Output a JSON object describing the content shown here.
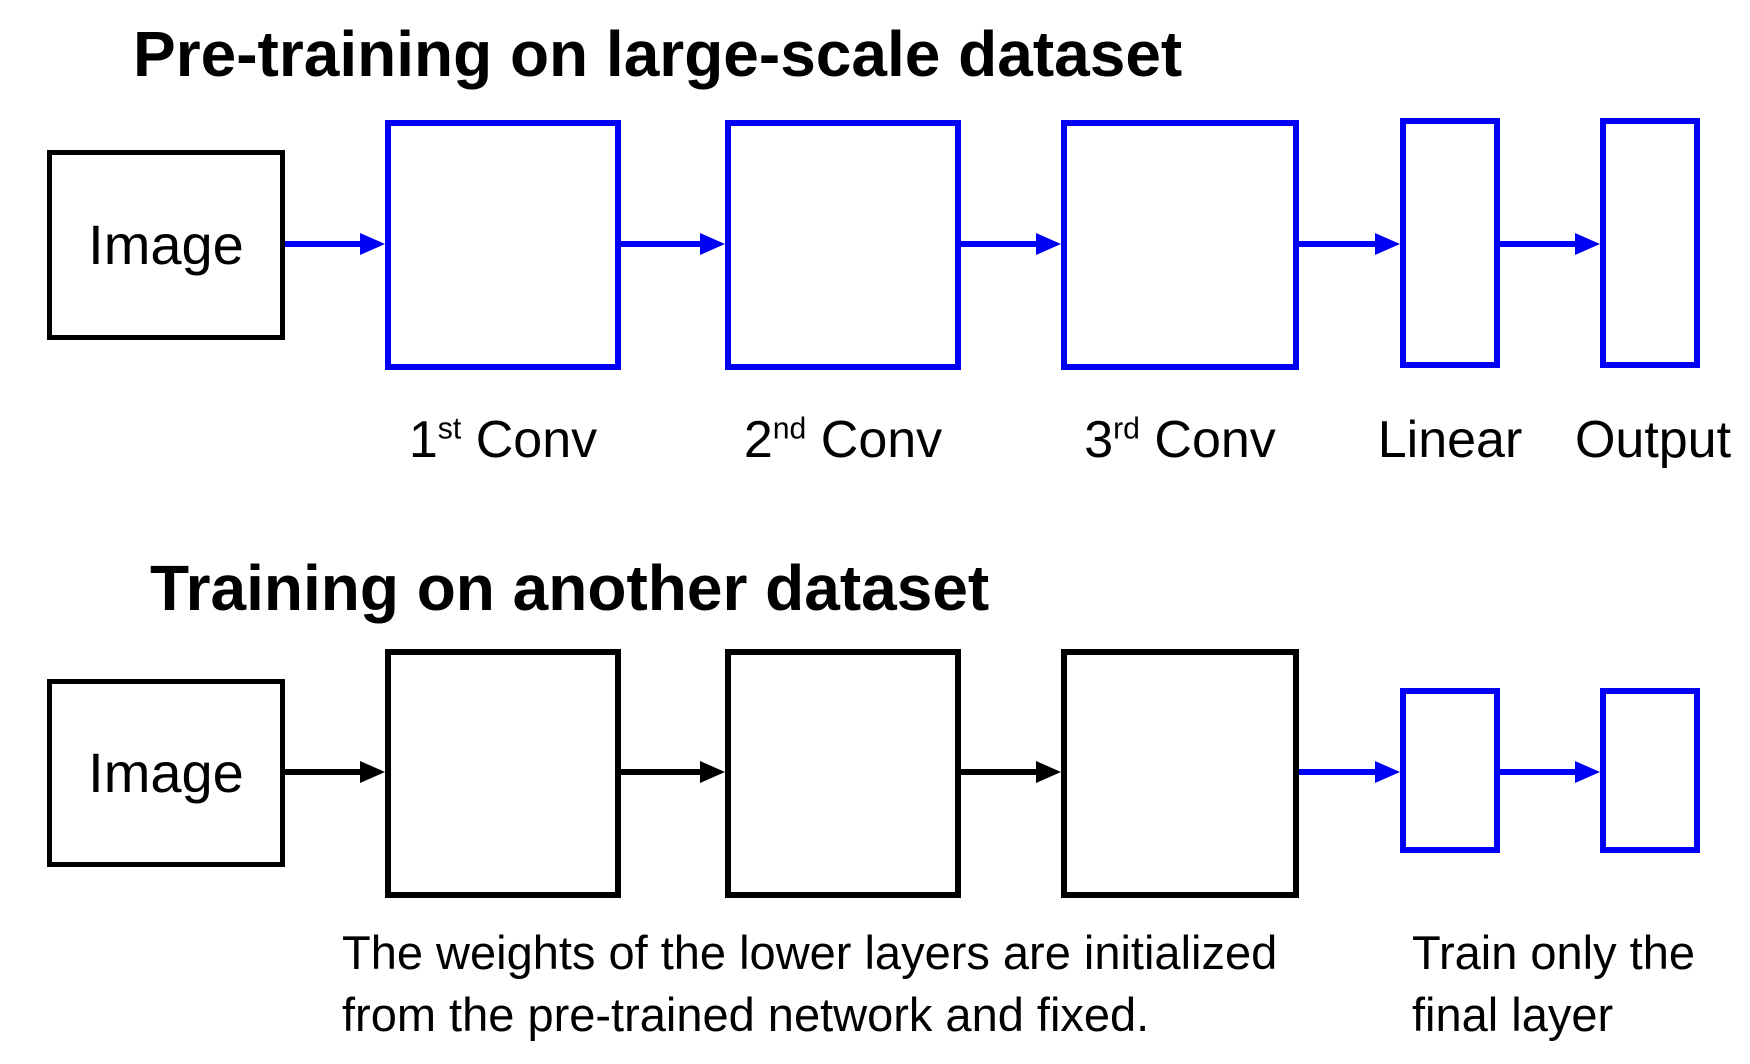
{
  "colors": {
    "accent_blue": "#0000F5",
    "black": "#000000",
    "background": "#FFFFFF"
  },
  "pretraining": {
    "title": "Pre-training on large-scale dataset",
    "image_label": "Image",
    "labels": [
      {
        "base": "1",
        "sup": "st",
        "rest": " Conv"
      },
      {
        "base": "2",
        "sup": "nd",
        "rest": " Conv"
      },
      {
        "base": "3",
        "sup": "rd",
        "rest": " Conv"
      },
      {
        "base": "Linear",
        "sup": "",
        "rest": ""
      },
      {
        "base": "Output",
        "sup": "",
        "rest": ""
      }
    ]
  },
  "training": {
    "title": "Training on another dataset",
    "image_label": "Image",
    "caption_frozen": {
      "line1": "The weights of the lower layers are initialized",
      "line2": "from the pre-trained network and fixed."
    },
    "caption_final": {
      "line1": "Train only the",
      "line2": "final layer"
    }
  }
}
